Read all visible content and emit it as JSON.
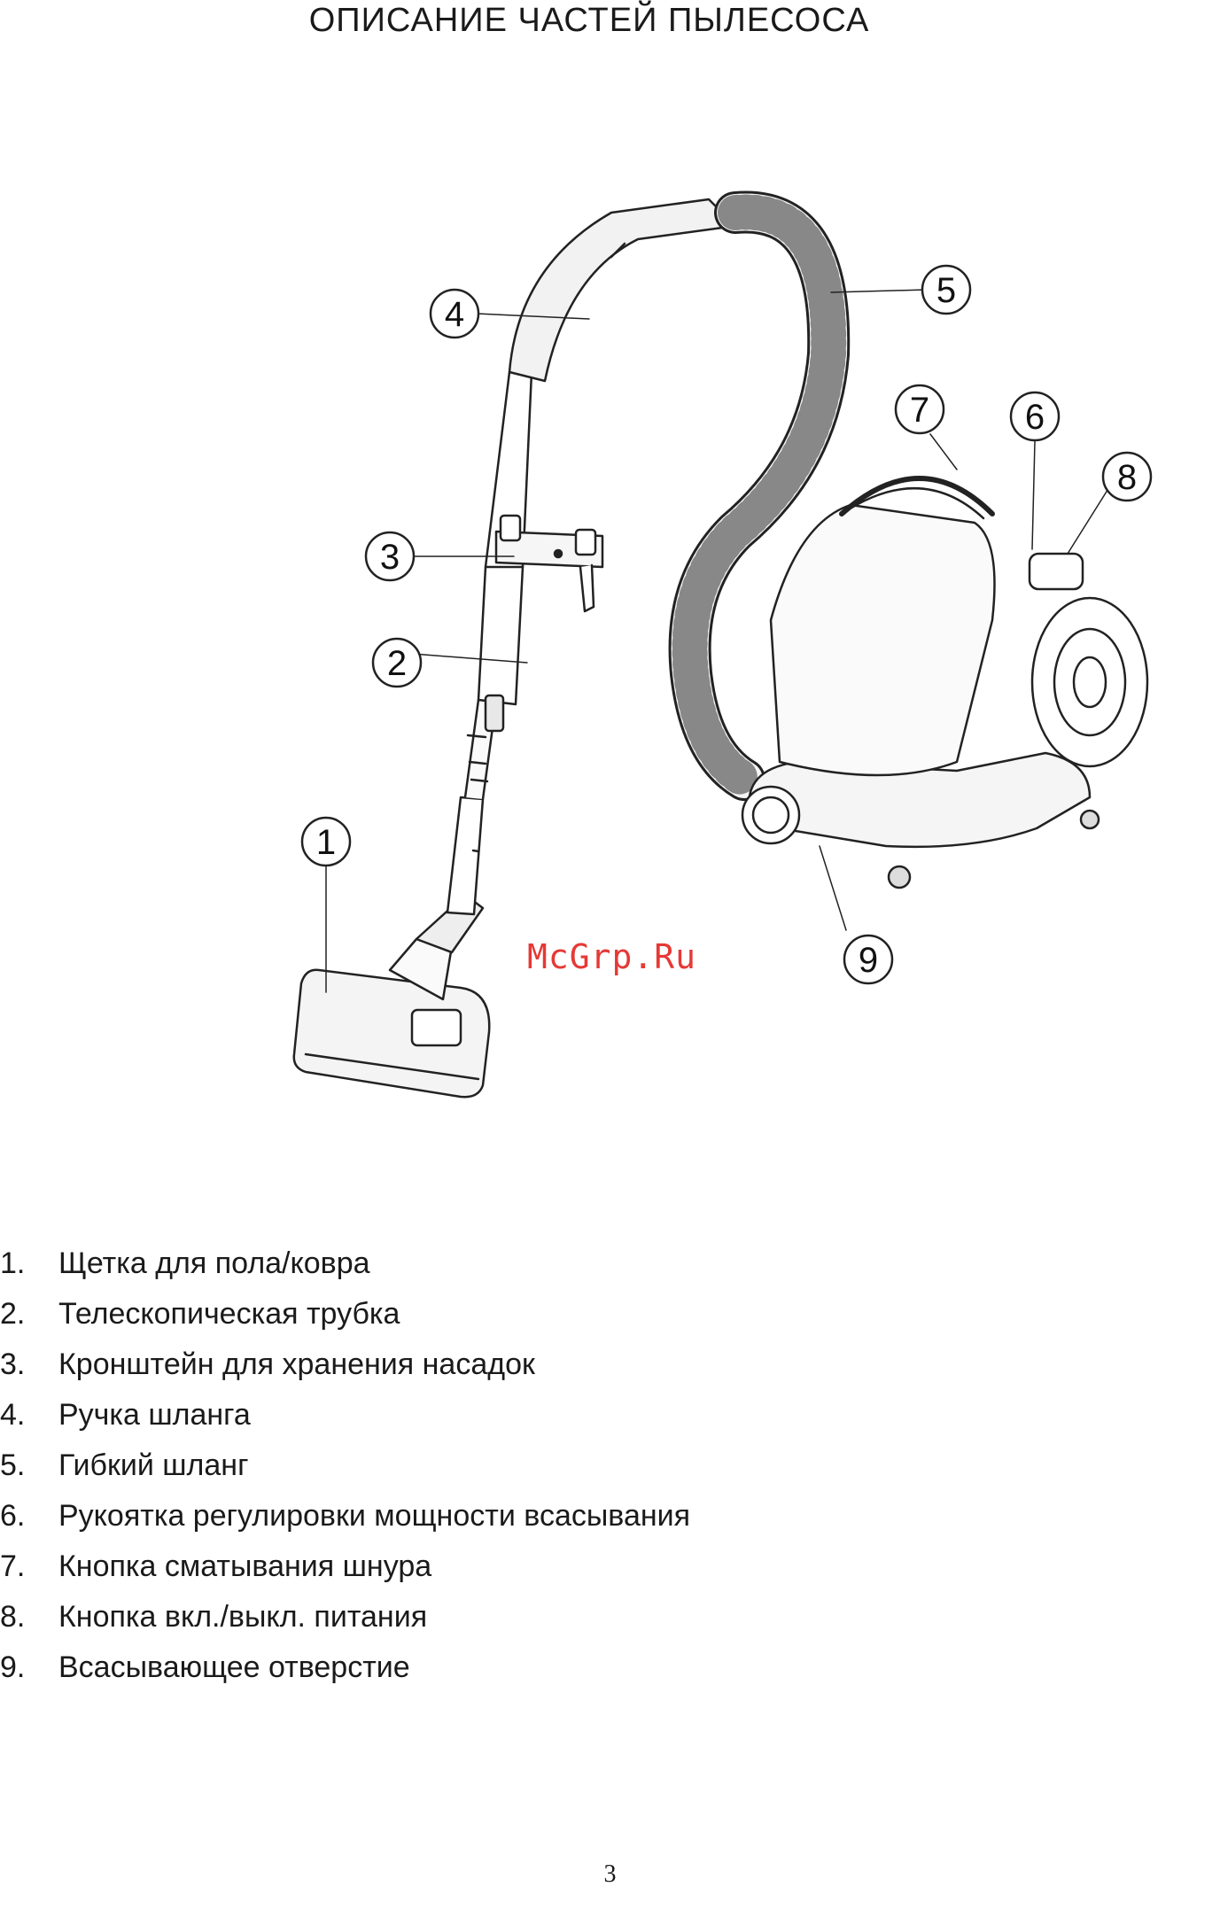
{
  "title": "ОПИСАНИЕ ЧАСТЕЙ ПЫЛЕСОСА",
  "callouts": [
    "1",
    "2",
    "3",
    "4",
    "5",
    "6",
    "7",
    "8",
    "9"
  ],
  "watermark": "McGrp.Ru",
  "parts": [
    {
      "num": "1.",
      "label": "Щетка для пола/ковра"
    },
    {
      "num": "2.",
      "label": "Телескопическая трубка"
    },
    {
      "num": "3.",
      "label": "Кронштейн для хранения насадок"
    },
    {
      "num": "4.",
      "label": "Ручка шланга"
    },
    {
      "num": "5.",
      "label": "Гибкий шланг"
    },
    {
      "num": "6.",
      "label": "Рукоятка регулировки мощности всасывания"
    },
    {
      "num": "7.",
      "label": "Кнопка сматывания шнура"
    },
    {
      "num": "8.",
      "label": "Кнопка вкл./выкл. питания"
    },
    {
      "num": "9.",
      "label": "Всасывающее отверстие"
    }
  ],
  "page_number": "3"
}
